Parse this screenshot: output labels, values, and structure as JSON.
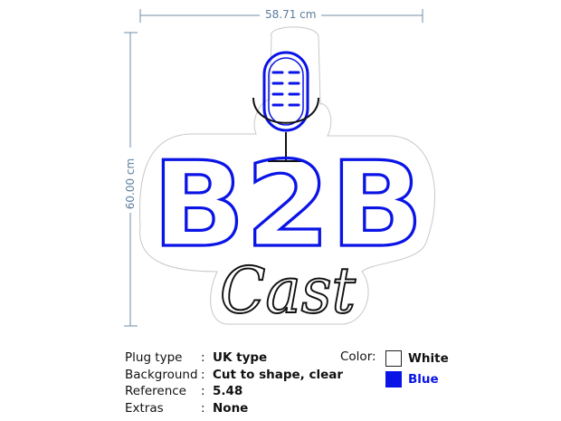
{
  "dimensions": {
    "width": "58.71 cm",
    "height": "60.00 cm"
  },
  "sign": {
    "main_text": "B2B",
    "script_text": "Cast",
    "icon": "microphone-icon"
  },
  "specs": [
    {
      "label": "Plug type",
      "separator": ":",
      "value": "UK type"
    },
    {
      "label": "Background",
      "separator": ":",
      "value": "Cut to shape, clear"
    },
    {
      "label": "Reference",
      "separator": ":",
      "value": "5.48"
    },
    {
      "label": "Extras",
      "separator": ":",
      "value": "None"
    }
  ],
  "colors": {
    "title": "Color:",
    "options": [
      {
        "name": "White",
        "hex": "#ffffff"
      },
      {
        "name": "Blue",
        "hex": "#0a14e6"
      }
    ],
    "dimension_line": "#6f8ca8",
    "neon_blue": "#0a14e6",
    "neon_white_outline": "#111111"
  }
}
